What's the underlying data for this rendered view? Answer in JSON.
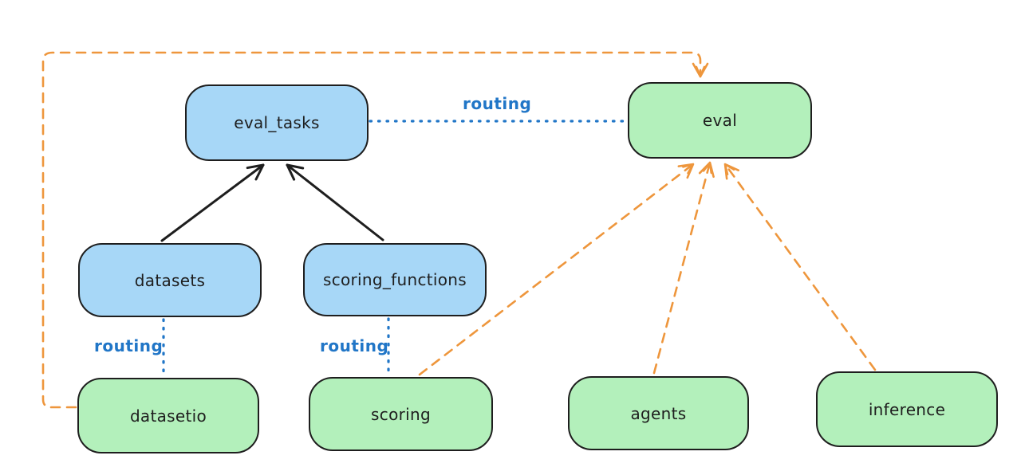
{
  "colors": {
    "background": "#ffffff",
    "blue_node_fill": "#a7d7f7",
    "green_node_fill": "#b3f0bb",
    "node_stroke": "#1e1e1e",
    "black_arrow": "#1e1e1e",
    "orange_arrow": "#ee963c",
    "routing_line_blue": "#2176c7"
  },
  "nodes": [
    {
      "id": "eval_tasks",
      "label": "eval_tasks",
      "color": "blue"
    },
    {
      "id": "eval",
      "label": "eval",
      "color": "green"
    },
    {
      "id": "datasets",
      "label": "datasets",
      "color": "blue"
    },
    {
      "id": "scoring_functions",
      "label": "scoring_functions",
      "color": "blue"
    },
    {
      "id": "datasetio",
      "label": "datasetio",
      "color": "green"
    },
    {
      "id": "scoring",
      "label": "scoring",
      "color": "green"
    },
    {
      "id": "agents",
      "label": "agents",
      "color": "green"
    },
    {
      "id": "inference",
      "label": "inference",
      "color": "green"
    }
  ],
  "edges": [
    {
      "from": "datasets",
      "to": "eval_tasks",
      "style": "solid",
      "color": "black",
      "arrow": true
    },
    {
      "from": "scoring_functions",
      "to": "eval_tasks",
      "style": "solid",
      "color": "black",
      "arrow": true
    },
    {
      "from": "eval_tasks",
      "to": "eval",
      "style": "dotted",
      "color": "blue",
      "arrow": false,
      "label": "routing"
    },
    {
      "from": "datasets",
      "to": "datasetio",
      "style": "dotted",
      "color": "blue",
      "arrow": false,
      "label": "routing"
    },
    {
      "from": "scoring_functions",
      "to": "scoring",
      "style": "dotted",
      "color": "blue",
      "arrow": false,
      "label": "routing"
    },
    {
      "from": "datasetio",
      "to": "eval",
      "style": "dashed",
      "color": "orange",
      "arrow": true
    },
    {
      "from": "scoring",
      "to": "eval",
      "style": "dashed",
      "color": "orange",
      "arrow": true
    },
    {
      "from": "agents",
      "to": "eval",
      "style": "dashed",
      "color": "orange",
      "arrow": true
    },
    {
      "from": "inference",
      "to": "eval",
      "style": "dashed",
      "color": "orange",
      "arrow": true
    }
  ]
}
